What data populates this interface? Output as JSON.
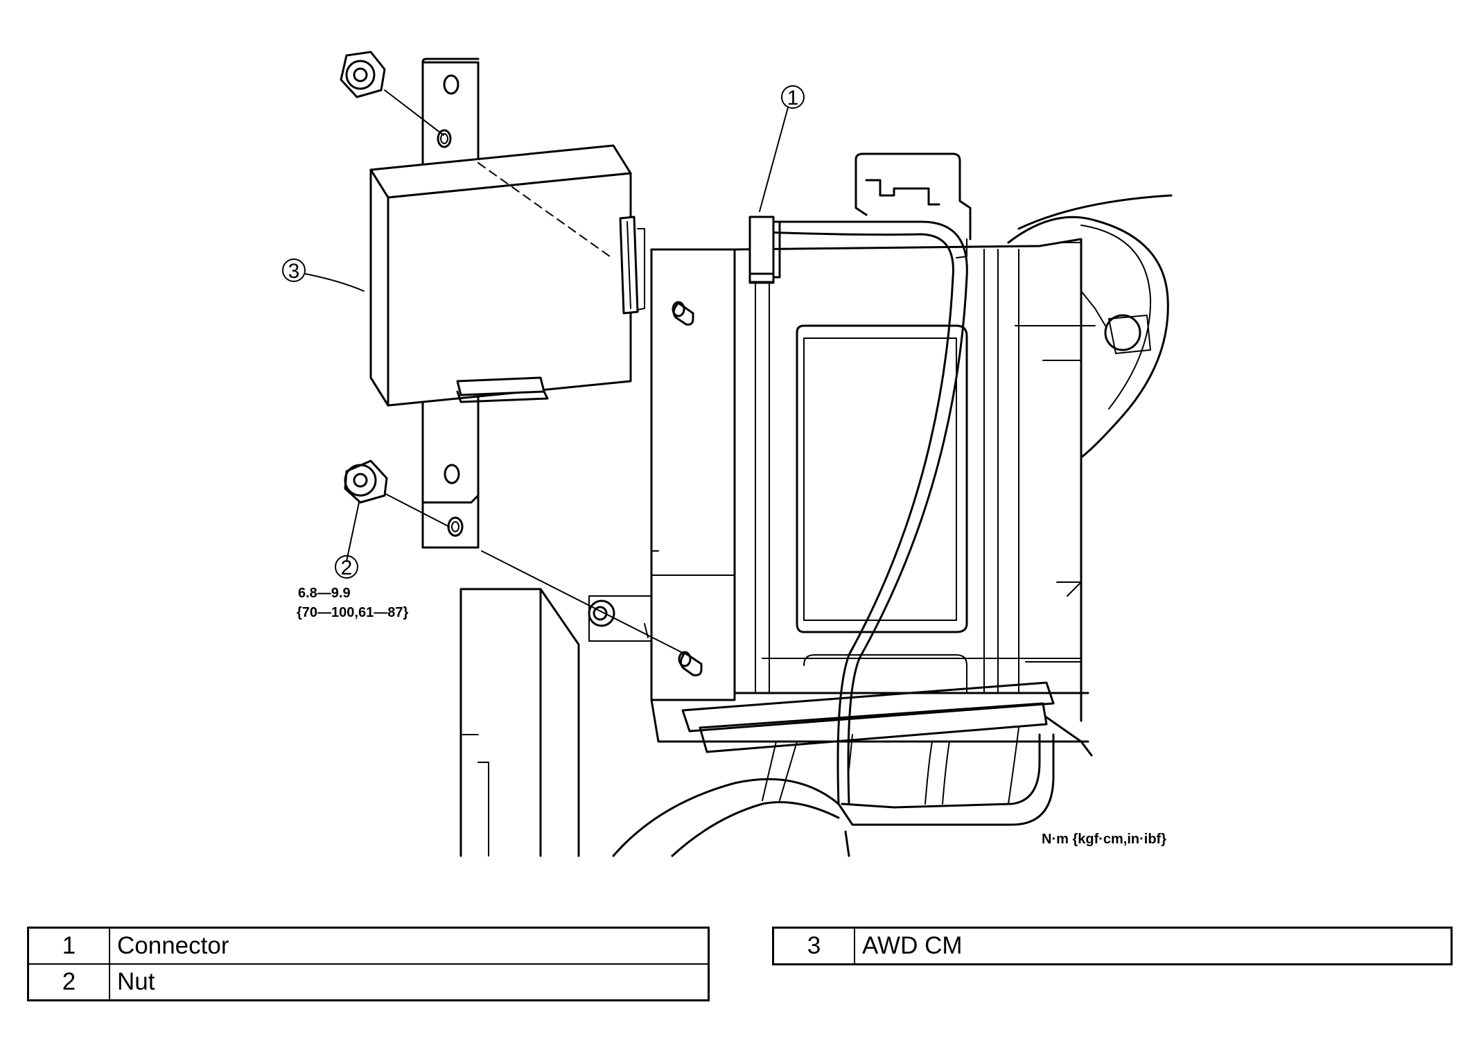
{
  "callouts": {
    "c1": "1",
    "c2": "2",
    "c3": "3"
  },
  "torque": {
    "line1": "6.8—9.9",
    "line2": "{70—100,61—87}"
  },
  "units": "N·m {kgf·cm,in·ibf}",
  "legend": {
    "left": [
      {
        "num": "1",
        "label": "Connector"
      },
      {
        "num": "2",
        "label": "Nut"
      }
    ],
    "right": [
      {
        "num": "3",
        "label": "AWD CM"
      }
    ]
  }
}
